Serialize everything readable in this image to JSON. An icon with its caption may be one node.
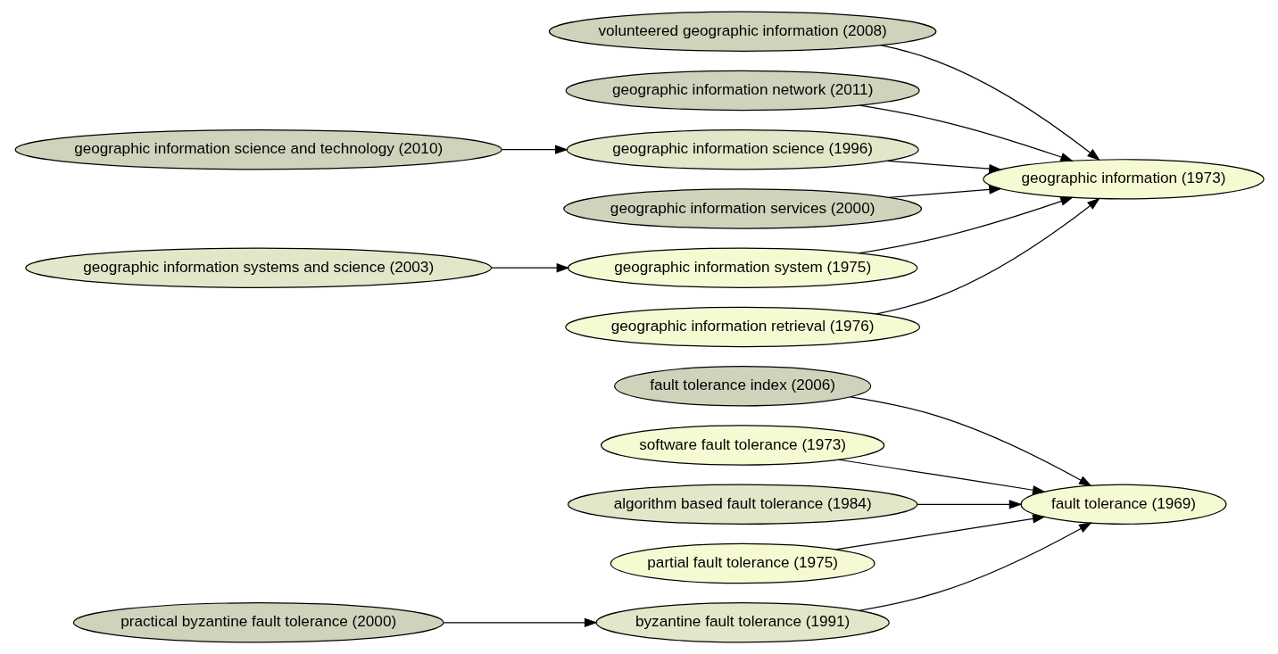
{
  "diagram": {
    "nodes": [
      {
        "text": [
          "fault tolerance index (2006)"
        ]
      },
      {
        "text": [
          "software fault tolerance (1973)"
        ]
      },
      {
        "text": [
          "algorithm based fault tolerance (1984)"
        ]
      },
      {
        "text": [
          "fault tolerance (1969)"
        ]
      },
      {
        "text": [
          "partial fault tolerance (1975)"
        ]
      },
      {
        "text": [
          "practical byzantine fault tolerance (2000)"
        ]
      },
      {
        "text": [
          "byzantine fault tolerance (1991)"
        ]
      },
      {
        "text": [
          "volunteered geographic information (2008)"
        ]
      },
      {
        "text": [
          "geographic information network (2011)"
        ]
      },
      {
        "text": [
          "geographic information science and technology (2010)"
        ]
      },
      {
        "text": [
          "geographic information science (1996)"
        ]
      },
      {
        "text": [
          "geographic information (1973)"
        ]
      },
      {
        "text": [
          "geographic information services (2000)"
        ]
      },
      {
        "text": [
          "geographic information systems and science (2003)"
        ]
      },
      {
        "text": [
          "geographic information system (1975)"
        ]
      },
      {
        "text": [
          "geographic information retrieval (1976)"
        ]
      }
    ],
    "edges": [
      {
        "from": 0,
        "to": 3,
        "arrow": "to"
      },
      {
        "from": 1,
        "to": 3,
        "arrow": "to"
      },
      {
        "from": 2,
        "to": 3,
        "arrow": "to"
      },
      {
        "from": 4,
        "to": 3,
        "arrow": "to"
      },
      {
        "from": 5,
        "to": 6,
        "arrow": "to"
      },
      {
        "from": 6,
        "to": 3,
        "arrow": "to"
      },
      {
        "from": 7,
        "to": 11,
        "arrow": "to"
      },
      {
        "from": 8,
        "to": 11,
        "arrow": "to"
      },
      {
        "from": 9,
        "to": 10,
        "arrow": "to"
      },
      {
        "from": 10,
        "to": 11,
        "arrow": "to"
      },
      {
        "from": 12,
        "to": 11,
        "arrow": "to"
      },
      {
        "from": 13,
        "to": 14,
        "arrow": "to"
      },
      {
        "from": 14,
        "to": 11,
        "arrow": "to"
      },
      {
        "from": 15,
        "to": 11,
        "arrow": "to"
      }
    ]
  }
}
